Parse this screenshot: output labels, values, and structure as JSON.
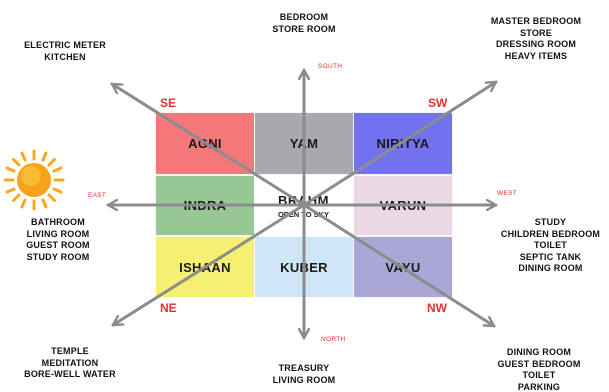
{
  "grid": {
    "cells": [
      {
        "label": "AGNI",
        "color": "#f4787a"
      },
      {
        "label": "YAM",
        "color": "#a9a9ad"
      },
      {
        "label": "NIRITYA",
        "color": "#7272ee"
      },
      {
        "label": "INDRA",
        "color": "#98c796"
      },
      {
        "label": "VARUN",
        "color": "#ead8e4"
      },
      {
        "label": "ISHAAN",
        "color": "#f5ef72"
      },
      {
        "label": "KUBER",
        "color": "#cfe6f7"
      },
      {
        "label": "VAYU",
        "color": "#a8a7d6"
      }
    ],
    "center": {
      "title": "BRAHM",
      "subtitle": "OPEN TO SKY"
    }
  },
  "corners": {
    "se": "SE",
    "sw": "SW",
    "ne": "NE",
    "nw": "NW"
  },
  "directions": {
    "south": "SOUTH",
    "east": "EAST",
    "west": "WEST",
    "north": "NORTH"
  },
  "rooms": {
    "top": [
      "BEDROOM",
      "STORE ROOM"
    ],
    "top_left": [
      "ELECTRIC METER",
      "KITCHEN"
    ],
    "top_right": [
      "MASTER BEDROOM",
      "STORE",
      "DRESSING ROOM",
      "HEAVY ITEMS"
    ],
    "left": [
      "BATHROOM",
      "LIVING ROOM",
      "GUEST ROOM",
      "STUDY ROOM"
    ],
    "right": [
      "STUDY",
      "CHILDREN BEDROOM",
      "TOILET",
      "SEPTIC TANK",
      "DINING ROOM"
    ],
    "bottom_left": [
      "TEMPLE",
      "MEDITATION",
      "BORE-WELL WATER"
    ],
    "bottom": [
      "TREASURY",
      "LIVING ROOM"
    ],
    "bottom_right": [
      "DINING ROOM",
      "GUEST BEDROOM",
      "TOILET",
      "PARKING"
    ]
  },
  "icons": {
    "sun": "sun-icon",
    "arrow": "arrow-icon"
  },
  "colors": {
    "arrow": "#8c8c8c",
    "accent": "#e03030",
    "sun": "#f7a81b"
  }
}
